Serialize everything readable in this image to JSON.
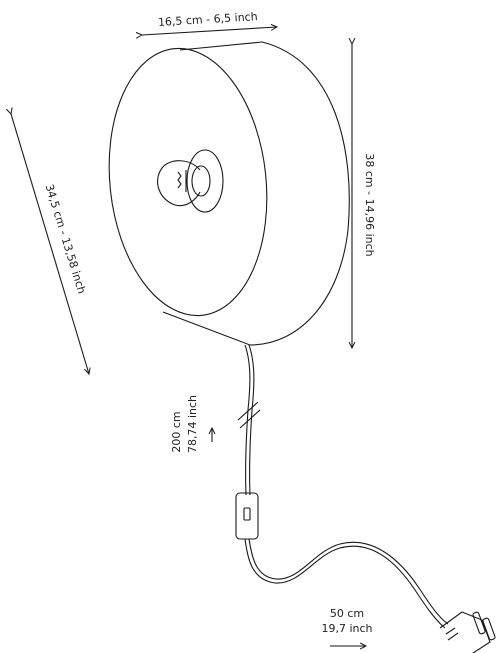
{
  "dimensions": {
    "depth": "16,5 cm - 6,5 inch",
    "height": "38 cm - 14,96 inch",
    "diagonal": "34,5 cm - 13,58 inch",
    "cable_cm": "200 cm",
    "cable_inch": "78,74  inch",
    "plug_cm": "50 cm",
    "plug_inch": "19,7 inch"
  },
  "colors": {
    "line": "#1a1a1a",
    "background": "#ffffff"
  },
  "icons": [
    "lamp-shade-icon",
    "light-bulb-icon",
    "switch-icon",
    "plug-icon"
  ]
}
